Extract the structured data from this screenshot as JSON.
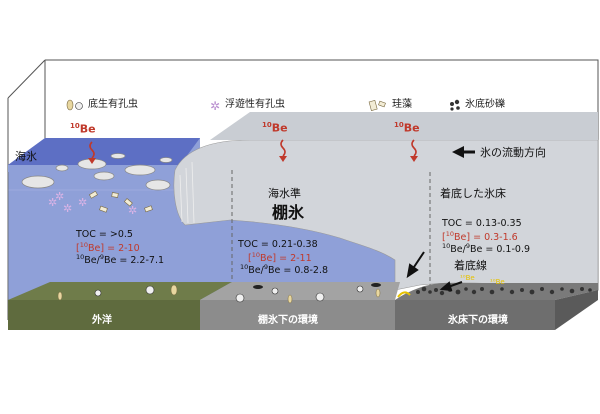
{
  "legend": {
    "items": [
      {
        "icon": "foram-icon",
        "label": "底生有孔虫"
      },
      {
        "icon": "asterisk-foram-icon",
        "label": "浮遊性有孔虫"
      },
      {
        "icon": "diatom-icon",
        "label": "珪藻"
      },
      {
        "icon": "gravel-icon",
        "label": "氷底砂礫"
      }
    ]
  },
  "isotope": {
    "mass": "10",
    "symbol": "Be"
  },
  "labels": {
    "sea_ice": "海氷",
    "sea_level": "海水準",
    "ice_shelf": "棚氷",
    "flow": "氷の流動方向",
    "grounded_ice": "着底した氷床",
    "grounding_line": "着底線"
  },
  "zones": {
    "open_ocean": "外洋",
    "sub_shelf": "棚氷下の環境",
    "sub_sheet": "氷床下の環境"
  },
  "stats": {
    "open_ocean": {
      "toc": "TOC = >0.5",
      "be_open": "[",
      "be_mass": "10",
      "be_close": "Be] = 2-10",
      "ratio_mass1": "10",
      "ratio_mid": "Be/",
      "ratio_mass2": "9",
      "ratio_end": "Be = 2.2-7.1"
    },
    "sub_shelf": {
      "toc": "TOC = 0.21-0.38",
      "be_open": "[",
      "be_mass": "10",
      "be_close": "Be] = 2-11",
      "ratio_mass1": "10",
      "ratio_mid": "Be/",
      "ratio_mass2": "9",
      "ratio_end": "Be = 0.8-2.8"
    },
    "sub_sheet": {
      "toc": "TOC = 0.13-0.35",
      "be_open": "[",
      "be_mass": "10",
      "be_close": "Be] = 0.3-1.6",
      "ratio_mass1": "10",
      "ratio_mid": "Be/",
      "ratio_mass2": "9",
      "ratio_end": "Be = 0.1-0.9"
    }
  },
  "colors": {
    "ocean": "#8fa0d8",
    "ocean_surface": "#5d6fc4",
    "ice": "#d2d5da",
    "seafloor_open": "#5f6b3e",
    "seafloor_shelf": "#8c8c8c",
    "seafloor_sheet": "#6e6e6e",
    "be_red": "#c0392b"
  }
}
